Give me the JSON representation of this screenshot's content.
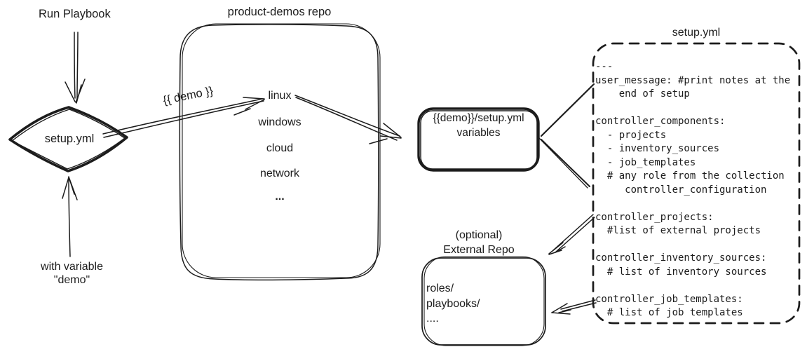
{
  "colors": {
    "ink": "#1c1c1c",
    "background": "#ffffff"
  },
  "left_flow": {
    "run_playbook_label": "Run Playbook",
    "decision_label": "setup.yml",
    "with_variable_lines": [
      "with variable",
      "\"demo\""
    ]
  },
  "repo": {
    "title": "product-demos repo",
    "items": [
      "linux",
      "windows",
      "cloud",
      "network",
      "..."
    ]
  },
  "demo_arrow_label": "{{ demo }}",
  "variables_box": {
    "lines": [
      "{{demo}}/setup.yml",
      "variables"
    ]
  },
  "setup_yml": {
    "title": "setup.yml",
    "lines": [
      "---",
      "user_message: #print notes at the",
      "    end of setup",
      "",
      "controller_components:",
      "  - projects",
      "  - inventory_sources",
      "  - job_templates",
      "  # any role from the collection",
      "     controller_configuration",
      "",
      "controller_projects:",
      "  #list of external projects",
      "",
      "controller_inventory_sources:",
      "  # list of inventory sources",
      "",
      "controller_job_templates:",
      "  # list of job templates"
    ]
  },
  "external_repo": {
    "title_lines": [
      "(optional)",
      "External Repo"
    ],
    "content_lines": [
      "roles/",
      "playbooks/",
      "...."
    ]
  }
}
